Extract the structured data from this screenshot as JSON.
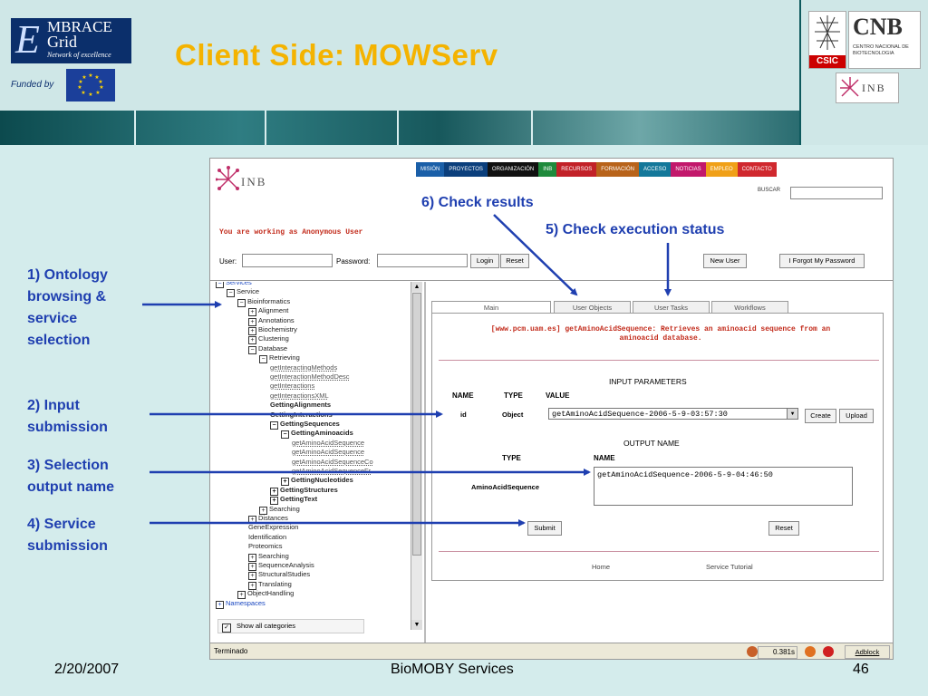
{
  "slide": {
    "title": "Client Side: MOWServ",
    "funded_by": "Funded by",
    "footer_date": "2/20/2007",
    "footer_center": "BioMOBY Services",
    "page_number": "46"
  },
  "logos": {
    "embrace_line1": "MBRACE",
    "embrace_line2": "Grid",
    "embrace_tagline": "Network of excellence",
    "embrace_initial": "E",
    "csic": "CSIC",
    "cnb": "CNB",
    "cnb_subtitle": "CENTRO NACIONAL DE BIOTECNOLOGIA",
    "inb": "INB"
  },
  "browser": {
    "nav": [
      {
        "label": "Misión",
        "color": "#1a5fa8"
      },
      {
        "label": "Proyectos",
        "color": "#0b3f7c"
      },
      {
        "label": "Organización",
        "color": "#111111"
      },
      {
        "label": "INB",
        "color": "#1f8a3c"
      },
      {
        "label": "Recursos",
        "color": "#c22128"
      },
      {
        "label": "Formación",
        "color": "#b8631a"
      },
      {
        "label": "Acceso",
        "color": "#14789a"
      },
      {
        "label": "Noticias",
        "color": "#c2186b"
      },
      {
        "label": "Empleo",
        "color": "#f0a018"
      },
      {
        "label": "Contacto",
        "color": "#d0282e"
      }
    ],
    "search_label": "BUSCAR",
    "anonymous_notice": "You are working as Anonymous User",
    "login": {
      "user_label": "User:",
      "password_label": "Password:",
      "login_button": "Login",
      "reset_button": "Reset",
      "new_user_button": "New User",
      "forgot_button": "I Forgot My Password"
    },
    "tree": {
      "items": [
        {
          "label": "Services",
          "depth": 0,
          "box": "−",
          "style": "blue"
        },
        {
          "label": "Service",
          "depth": 1,
          "box": "−",
          "style": ""
        },
        {
          "label": "Bioinformatics",
          "depth": 2,
          "box": "−",
          "style": ""
        },
        {
          "label": "Alignment",
          "depth": 3,
          "box": "+",
          "style": ""
        },
        {
          "label": "Annotations",
          "depth": 3,
          "box": "+",
          "style": ""
        },
        {
          "label": "Biochemistry",
          "depth": 3,
          "box": "+",
          "style": ""
        },
        {
          "label": "Clustering",
          "depth": 3,
          "box": "+",
          "style": ""
        },
        {
          "label": "Database",
          "depth": 3,
          "box": "−",
          "style": ""
        },
        {
          "label": "Retrieving",
          "depth": 4,
          "box": "−",
          "style": ""
        },
        {
          "label": "getInteractingMethods",
          "depth": 5,
          "box": "",
          "style": "lnk"
        },
        {
          "label": "getInteractionMethodDesc",
          "depth": 5,
          "box": "",
          "style": "lnk"
        },
        {
          "label": "getInteractions",
          "depth": 5,
          "box": "",
          "style": "lnk"
        },
        {
          "label": "getInteractionsXML",
          "depth": 5,
          "box": "",
          "style": "lnk"
        },
        {
          "label": "GettingAlignments",
          "depth": 5,
          "box": "",
          "style": "b"
        },
        {
          "label": "GettingInteractions",
          "depth": 5,
          "box": "",
          "style": "b"
        },
        {
          "label": "GettingSequences",
          "depth": 5,
          "box": "−",
          "style": "b"
        },
        {
          "label": "GettingAminoacids",
          "depth": 6,
          "box": "−",
          "style": "b"
        },
        {
          "label": "getAminoAcidSequence",
          "depth": 7,
          "box": "",
          "style": "lnk"
        },
        {
          "label": "getAminoAcidSequence",
          "depth": 7,
          "box": "",
          "style": "lnk"
        },
        {
          "label": "getAminoAcidSequenceCo",
          "depth": 7,
          "box": "",
          "style": "lnk"
        },
        {
          "label": "getAminoAcidSequenceFr",
          "depth": 7,
          "box": "",
          "style": "lnk"
        },
        {
          "label": "GettingNucleotides",
          "depth": 6,
          "box": "+",
          "style": "b"
        },
        {
          "label": "GettingStructures",
          "depth": 5,
          "box": "+",
          "style": "b"
        },
        {
          "label": "GettingText",
          "depth": 5,
          "box": "+",
          "style": "b"
        },
        {
          "label": "Searching",
          "depth": 4,
          "box": "+",
          "style": ""
        },
        {
          "label": "Distances",
          "depth": 3,
          "box": "+",
          "style": ""
        },
        {
          "label": "GeneExpression",
          "depth": 3,
          "box": "",
          "style": ""
        },
        {
          "label": "Identification",
          "depth": 3,
          "box": "",
          "style": ""
        },
        {
          "label": "Proteomics",
          "depth": 3,
          "box": "",
          "style": ""
        },
        {
          "label": "Searching",
          "depth": 3,
          "box": "+",
          "style": ""
        },
        {
          "label": "SequenceAnalysis",
          "depth": 3,
          "box": "+",
          "style": ""
        },
        {
          "label": "StructuralStudies",
          "depth": 3,
          "box": "+",
          "style": ""
        },
        {
          "label": "Translating",
          "depth": 3,
          "box": "+",
          "style": ""
        },
        {
          "label": "ObjectHandling",
          "depth": 2,
          "box": "+",
          "style": ""
        },
        {
          "label": "Namespaces",
          "depth": 0,
          "box": "+",
          "style": "blue"
        }
      ],
      "show_all_label": "Show all categories"
    },
    "tabs": {
      "main": "Main",
      "user_objects": "User Objects",
      "user_tasks": "User Tasks",
      "workflows": "Workflows"
    },
    "service_description_line1": "[www.pcm.uam.es] getAminoAcidSequence: Retrieves an aminoacid sequence from an",
    "service_description_line2": "aminoacid database.",
    "input": {
      "section_title": "INPUT PARAMETERS",
      "col_name": "NAME",
      "col_type": "TYPE",
      "col_value": "VALUE",
      "name": "id",
      "type": "Object",
      "value": "getAminoAcidSequence-2006-5-9-03:57:30",
      "create_button": "Create",
      "upload_button": "Upload"
    },
    "output": {
      "section_title": "OUTPUT NAME",
      "col_type": "TYPE",
      "col_name": "NAME",
      "type": "AminoAcidSequence",
      "name": "getAminoAcidSequence-2006-5-9-04:46:50"
    },
    "submit_button": "Submit",
    "reset_form_button": "Reset",
    "footer_links": {
      "home": "Home",
      "tutorial": "Service Tutorial"
    },
    "status": {
      "text": "Terminado",
      "time": "0.381s",
      "adblock": "Adblock"
    }
  },
  "annotations": {
    "a1": "1) Ontology browsing & service selection",
    "a2": "2) Input submission",
    "a3": "3) Selection output name",
    "a4": "4) Service submission",
    "a5": "5) Check execution status",
    "a6": "6) Check results"
  }
}
